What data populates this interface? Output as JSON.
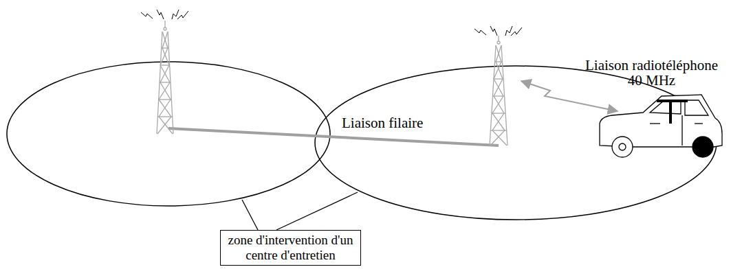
{
  "diagram": {
    "nodes": [
      {
        "text": [
          "zone d'intervention d'un centre d'entretien"
        ]
      }
    ],
    "labels": [
      "Liaison radiotéléphone 40 MHz",
      "Liaison filaire"
    ]
  }
}
